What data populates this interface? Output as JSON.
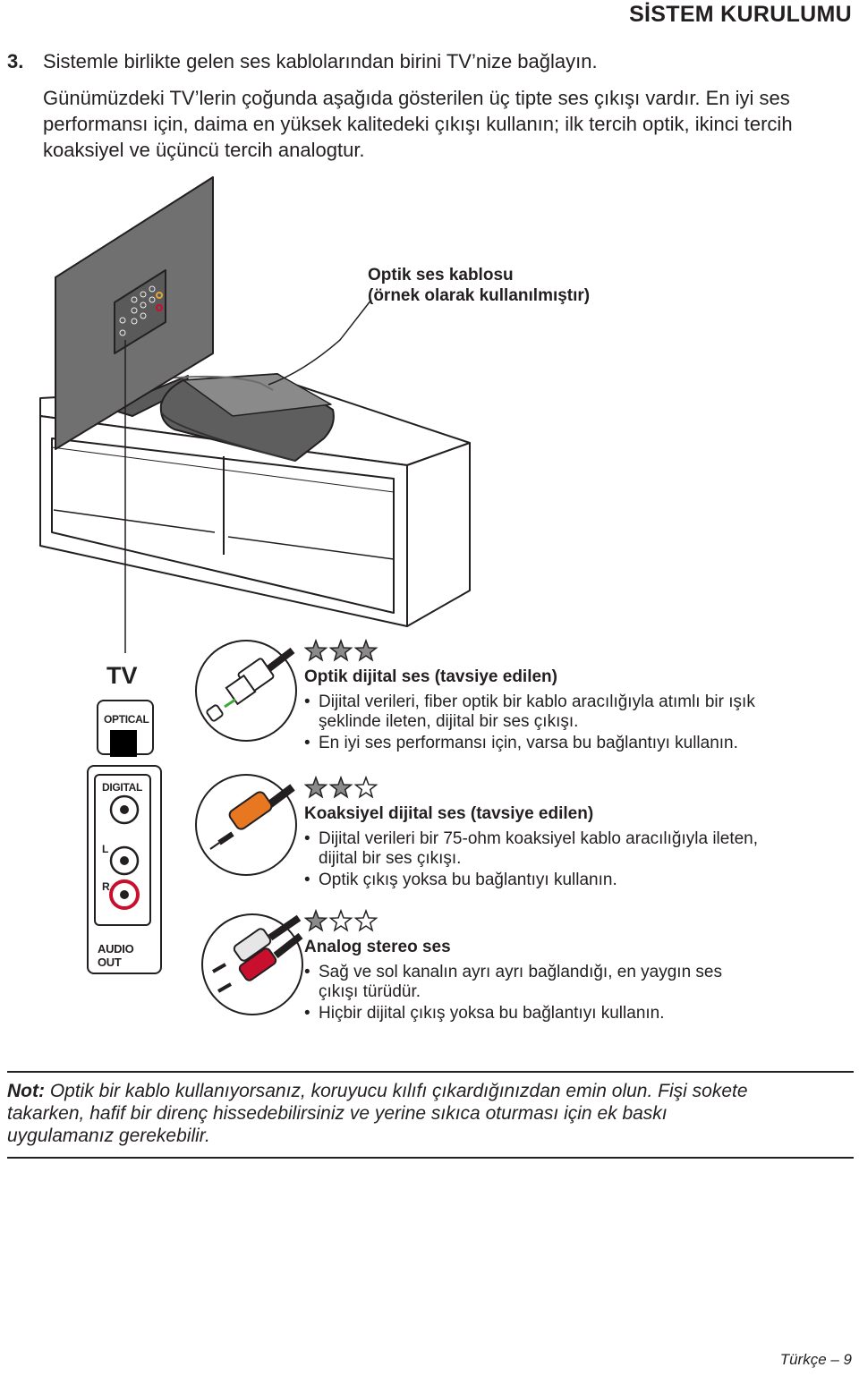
{
  "header": {
    "title": "SİSTEM KURULUMU"
  },
  "step": {
    "number": "3.",
    "text": "Sistemle birlikte gelen ses kablolarından birini TV’nize bağlayın."
  },
  "intro": {
    "lines": [
      "Günümüzdeki TV’lerin çoğunda aşağıda gösterilen üç tipte ses çıkışı vardır. En iyi ses",
      "performansı için, daima en yüksek kalitedeki çıkışı kullanın; ilk tercih optik, ikinci tercih",
      "koaksiyel ve üçüncü tercih analogtur."
    ]
  },
  "illustration": {
    "callout_lines": [
      "Optik ses kablosu",
      "(örnek olarak kullanılmıştır)"
    ]
  },
  "tv_panel": {
    "title": "TV",
    "optical_label": "OPTICAL",
    "digital_label": "DIGITAL",
    "left_label": "L",
    "right_label": "R",
    "audio_out_label": "AUDIO OUT",
    "colors": {
      "rca_right": "#c8102e",
      "coax_orange": "#e87722",
      "optical_tip": "#3aaa35"
    }
  },
  "connections": [
    {
      "rating": 3,
      "title": "Optik dijital ses (tavsiye edilen)",
      "bullets": [
        [
          "Dijital verileri, fiber optik bir kablo aracılığıyla atımlı bir ışık",
          "şeklinde ileten, dijital bir ses çıkışı."
        ],
        [
          "En iyi ses performansı için, varsa bu bağlantıyı kullanın."
        ]
      ]
    },
    {
      "rating": 2,
      "title": "Koaksiyel dijital ses (tavsiye edilen)",
      "bullets": [
        [
          "Dijital verileri bir 75-ohm koaksiyel kablo aracılığıyla ileten,",
          "dijital bir ses çıkışı."
        ],
        [
          "Optik çıkış yoksa bu bağlantıyı kullanın."
        ]
      ]
    },
    {
      "rating": 1,
      "title": "Analog stereo ses",
      "bullets": [
        [
          "Sağ ve sol kanalın ayrı ayrı bağlandığı, en yaygın ses",
          "çıkışı türüdür."
        ],
        [
          "Hiçbir dijital çıkış yoksa bu bağlantıyı kullanın."
        ]
      ]
    }
  ],
  "note": {
    "label": "Not:",
    "lines": [
      " Optik bir kablo kullanıyorsanız, koruyucu kılıfı çıkardığınızdan emin olun. Fişi sokete",
      "takarken, hafif bir direnç hissedebilirsiniz ve yerine sıkıca oturması için ek baskı",
      "uygulamanız gerekebilir."
    ]
  },
  "footer": {
    "page_label": "Türkçe – 9"
  }
}
